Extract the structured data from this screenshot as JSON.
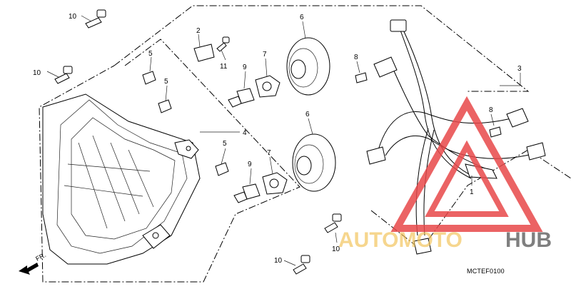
{
  "diagram": {
    "callouts": [
      "1",
      "2",
      "3",
      "4",
      "5",
      "5",
      "5",
      "6",
      "6",
      "7",
      "7",
      "8",
      "8",
      "9",
      "9",
      "10",
      "10",
      "10",
      "10",
      "11"
    ],
    "diagram_code": "MCTEF0100",
    "front_arrow_label": "FR."
  },
  "watermark": {
    "text_left": "AUTOMOTO",
    "text_right": "HUB",
    "color_left": "#f2c35a",
    "color_right": "#444444",
    "triangle_color": "#e8484a"
  }
}
